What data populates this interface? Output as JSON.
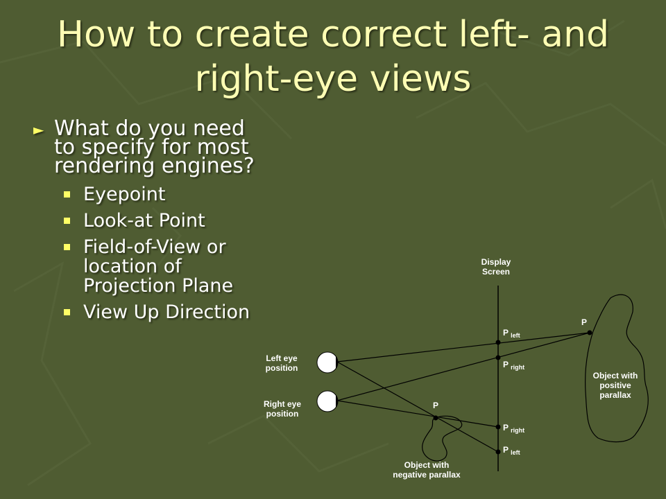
{
  "slide": {
    "title_line1": "How to create correct left- and",
    "title_line2": "right-eye views",
    "bullet": "What do you need to specify for most rendering engines?",
    "sub_bullets": [
      "Eyepoint",
      "Look-at Point",
      "Field-of-View or location of Projection Plane",
      "View Up Direction"
    ]
  },
  "diagram": {
    "screen_label_line1": "Display",
    "screen_label_line2": "Screen",
    "left_eye_label_line1": "Left eye",
    "left_eye_label_line2": "position",
    "right_eye_label_line1": "Right eye",
    "right_eye_label_line2": "position",
    "p_positive": "P",
    "p_negative": "P",
    "p_left_top": "P",
    "p_left_top_sub": "left",
    "p_right_top": "P",
    "p_right_top_sub": "right",
    "p_right_bottom": "P",
    "p_right_bottom_sub": "right",
    "p_left_bottom": "P",
    "p_left_bottom_sub": "left",
    "positive_object_line1": "Object with",
    "positive_object_line2": "positive",
    "positive_object_line3": "parallax",
    "negative_object_line1": "Object with",
    "negative_object_line2": "negative parallax"
  },
  "colors": {
    "background": "#4f5c32",
    "title": "#ffffb4",
    "bullet_marker": "#ffff66",
    "text": "#ffffff"
  }
}
